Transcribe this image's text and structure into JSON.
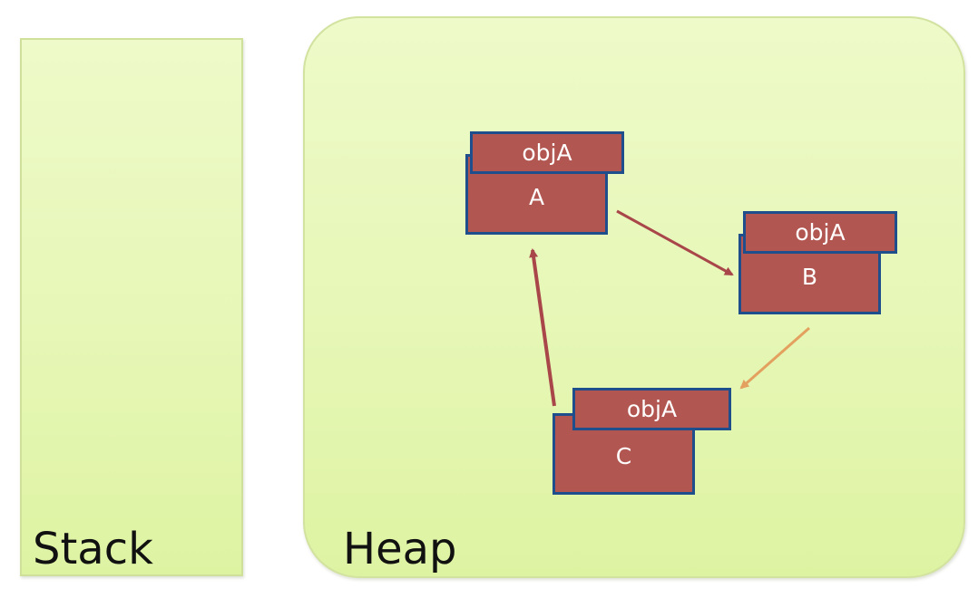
{
  "regions": {
    "stack_label": "Stack",
    "heap_label": "Heap"
  },
  "objects": [
    {
      "label": "A",
      "ref_label": "objA"
    },
    {
      "label": "B",
      "ref_label": "objA"
    },
    {
      "label": "C",
      "ref_label": "objA"
    }
  ],
  "references": [
    {
      "from": "A",
      "to": "B"
    },
    {
      "from": "B",
      "to": "C"
    },
    {
      "from": "C",
      "to": "A"
    }
  ],
  "colors": {
    "object_fill": "#b15650",
    "object_border": "#1f4e8c",
    "arrow_dark": "#a8464a",
    "arrow_light": "#e3a05e"
  }
}
